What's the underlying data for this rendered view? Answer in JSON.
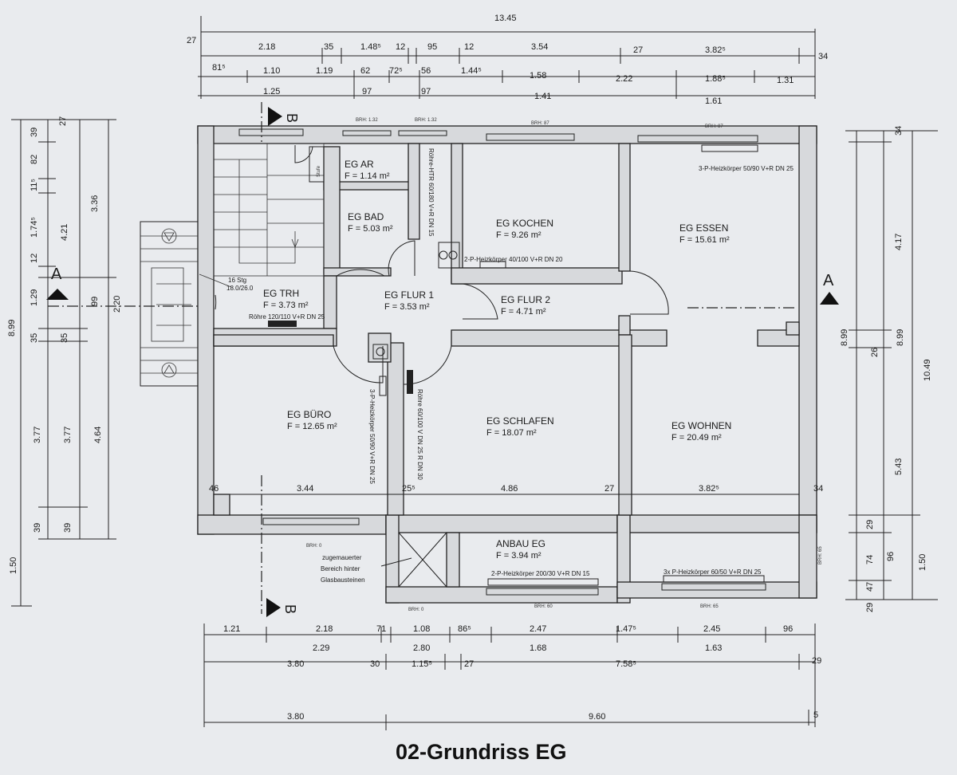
{
  "title": "02-Grundriss EG",
  "rooms": [
    {
      "name": "EG AR",
      "area": "F = 1.14 m²"
    },
    {
      "name": "EG BAD",
      "area": "F = 5.03 m²"
    },
    {
      "name": "EG KOCHEN",
      "area": "F = 9.26 m²"
    },
    {
      "name": "EG ESSEN",
      "area": "F = 15.61 m²"
    },
    {
      "name": "EG TRH",
      "area": "F = 3.73 m²"
    },
    {
      "name": "EG FLUR 1",
      "area": "F = 3.53 m²"
    },
    {
      "name": "EG FLUR 2",
      "area": "F = 4.71 m²"
    },
    {
      "name": "EG BÜRO",
      "area": "F = 12.65 m²"
    },
    {
      "name": "EG SCHLAFEN",
      "area": "F = 18.07 m²"
    },
    {
      "name": "EG WOHNEN",
      "area": "F = 20.49 m²"
    },
    {
      "name": "ANBAU EG",
      "area": "F = 3.94 m²"
    }
  ],
  "notes": {
    "stufe": "Stufe",
    "stairs": "16 Stg",
    "stairs_ratio": "18.0/26.0",
    "radiator_trh": "Röhre 120/110 V+R DN 25",
    "radiator_kochen_riser": "Röhre-HTR 60/180 V+R DN 15",
    "radiator_kochen": "2-P-Heizkörper 40/100 V+R DN 20",
    "radiator_essen": "3-P-Heizkörper 50/90 V+R DN 25",
    "radiator_buero": "3-P-Heizkörper 50/90 V+R DN 25",
    "radiator_schlafen": "Röhre 60/100 V DN 25 R DN 30",
    "radiator_anbau": "2-P-Heizkörper 200/30 V+R DN 15",
    "radiator_wohnen": "3x P-Heizkörper 60/50 V+R DN 25",
    "glass_1": "zugemauerter",
    "glass_2": "Bereich hinter",
    "glass_3": "Glasbausteinen",
    "brh_1": "BRH: 1.32",
    "brh_2": "BRH: 1.32",
    "brh_3": "BRH: 87",
    "brh_4": "BRH: 87",
    "brh_5": "BRH: 0",
    "brh_6": "BRH: 0",
    "brh_7": "BRH: 60",
    "brh_8": "BRH: 65",
    "brh_9": "BRH: 65"
  },
  "section_marks": {
    "a_left": "A",
    "a_right": "A",
    "b_top": "B",
    "b_bottom": "B"
  },
  "dims_top": {
    "total": "13.45",
    "row2": [
      "27",
      "2.18",
      "35",
      "1.48⁵",
      "12",
      "95",
      "12",
      "3.54",
      "27",
      "3.82⁵",
      "34"
    ],
    "row3": [
      "81⁵",
      "1.10",
      "1.19",
      "62",
      "72⁵",
      "56",
      "1.44⁵",
      "1.58",
      "2.22",
      "1.88⁵",
      "1.31"
    ],
    "row4": [
      "1.25",
      "97",
      "97",
      "1.41",
      "1.61"
    ]
  },
  "dims_bottom": {
    "row1": [
      "1.21",
      "2.18",
      "71",
      "1.08",
      "86⁵",
      "2.47",
      "1.47⁵",
      "2.45",
      "96"
    ],
    "row2": [
      "2.29",
      "2.80",
      "1.68",
      "1.63"
    ],
    "row3": [
      "3.80",
      "30",
      "1.15⁵",
      "27",
      "7.58⁵",
      "29"
    ],
    "row4": [
      "3.80",
      "9.60",
      "5"
    ]
  },
  "dims_inner": [
    "46",
    "3.44",
    "25⁵",
    "4.86",
    "27",
    "3.82⁵",
    "34"
  ],
  "dims_left": {
    "col1": [
      "8.99",
      "1.50"
    ],
    "col2": [
      "39",
      "82",
      "11⁵",
      "1.74⁵",
      "12",
      "1.29",
      "35",
      "3.77",
      "39"
    ],
    "col3": [
      "27",
      "4.21",
      "99",
      "35",
      "3.77",
      "39"
    ],
    "col4": [
      "3.36",
      "2.20",
      "4.64"
    ]
  },
  "dims_right": {
    "col1": [
      "8.99",
      "26",
      "29",
      "74",
      "47",
      "29"
    ],
    "col2": [
      "34",
      "4.17",
      "8.99",
      "5.43",
      "96"
    ],
    "col3": [
      "10.49",
      "1.50"
    ]
  }
}
